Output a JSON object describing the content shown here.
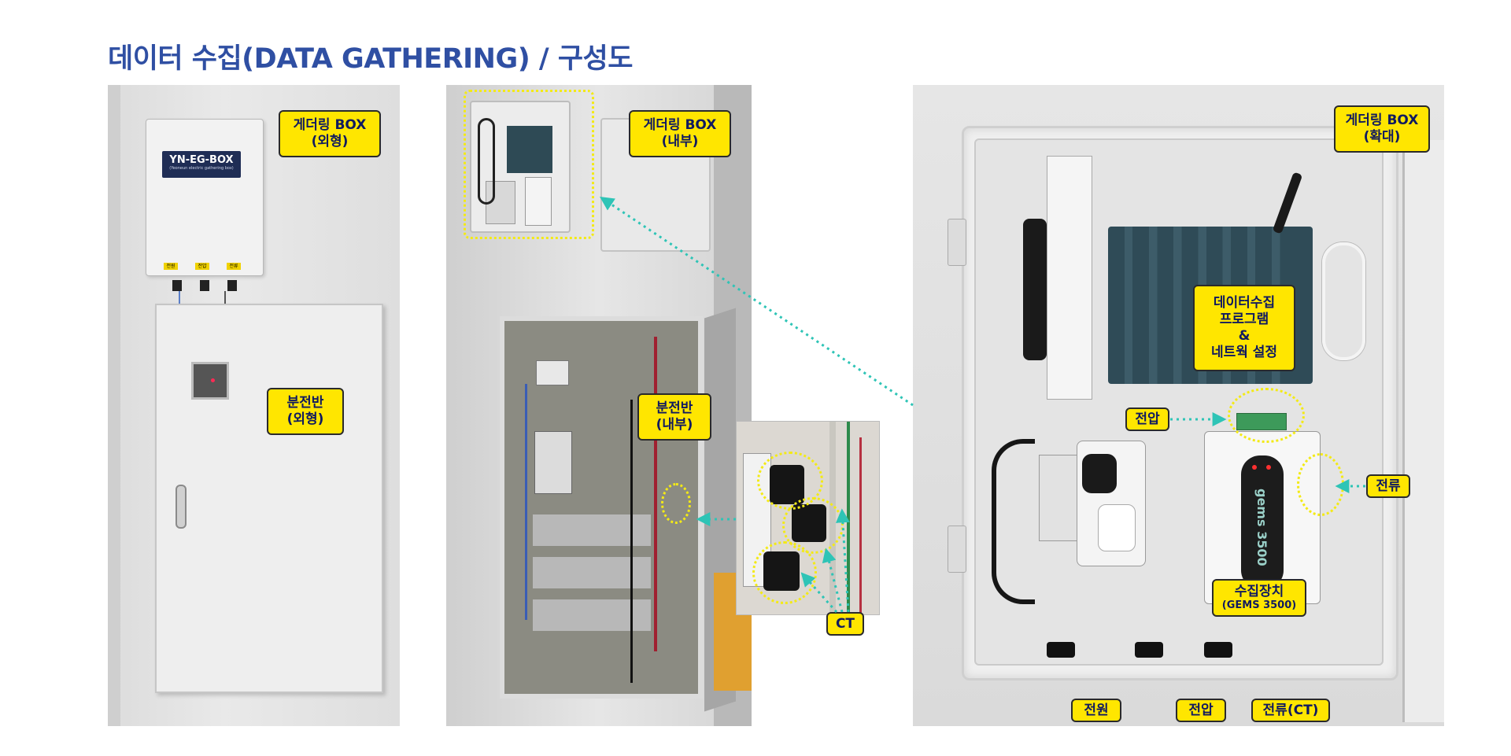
{
  "title": "데이터 수집(DATA GATHERING) / 구성도",
  "photos": {
    "exterior": {
      "box_brand": "YN-EG-BOX",
      "box_brand_sub": "(Yeoneun electric gathering box)",
      "box_ports": [
        "전원",
        "전압",
        "전류"
      ],
      "labels": {
        "box": "게더링 BOX\n(외형)",
        "panel": "분전반\n(외형)"
      }
    },
    "interior": {
      "labels": {
        "box": "게더링 BOX\n(내부)",
        "panel": "분전반\n(내부)",
        "ct": "CT"
      }
    },
    "zoom": {
      "device_brand": "gems 3500",
      "labels": {
        "box": "게더링 BOX\n(확대)",
        "program": "데이터수집\n프로그램\n&\n네트웍 설정",
        "voltage": "전압",
        "current": "전류",
        "collector_title": "수집장치",
        "collector_sub": "(GEMS 3500)",
        "bottom_power": "전원",
        "bottom_voltage": "전압",
        "bottom_current": "전류(CT)"
      }
    }
  },
  "colors": {
    "title": "#2f4fa3",
    "label_bg": "#ffe600",
    "label_text": "#101a60",
    "highlight": "#f3ea16",
    "arrow": "#2ec4b6"
  }
}
